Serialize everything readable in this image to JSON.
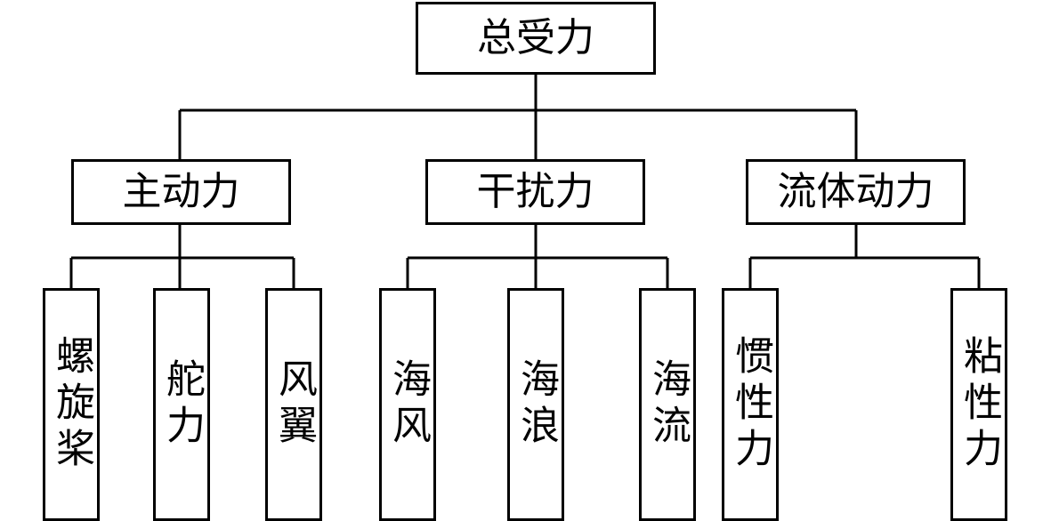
{
  "diagram": {
    "root": {
      "label": "总受力"
    },
    "groups": [
      {
        "label": "主动力",
        "children": [
          "螺旋桨",
          "舵力",
          "风翼"
        ]
      },
      {
        "label": "干扰力",
        "children": [
          "海风",
          "海浪",
          "海流"
        ]
      },
      {
        "label": "流体动力",
        "children": [
          "惯性力",
          "粘性力"
        ]
      }
    ]
  }
}
